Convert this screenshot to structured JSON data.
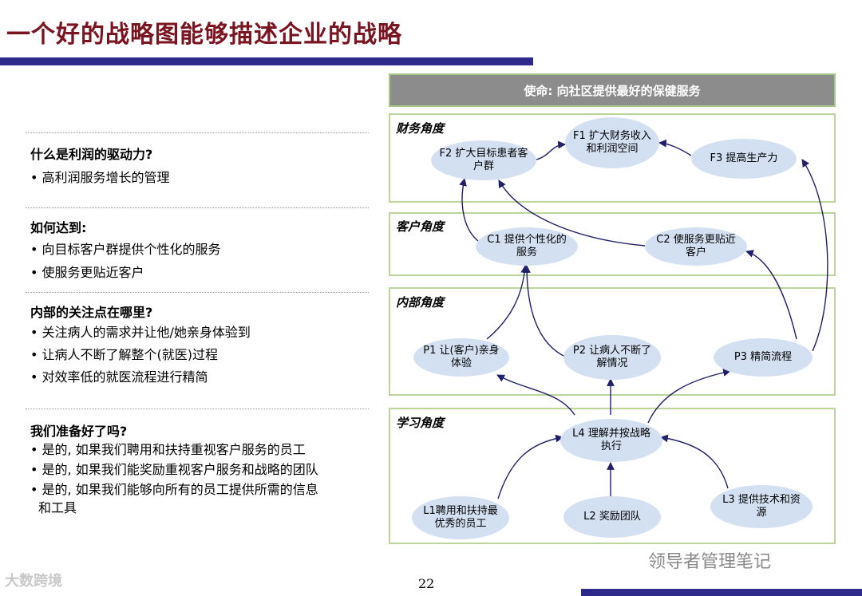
{
  "title": "一个好的战略图能够描述企业的战略",
  "left": {
    "s1_q": "什么是利润的驱动力?",
    "s1_b1": "• 高利润服务增长的管理",
    "s2_q": "如何达到:",
    "s2_b1": "• 向目标客户群提供个性化的服务",
    "s2_b2": "• 使服务更贴近客户",
    "s3_q": "内部的关注点在哪里?",
    "s3_b1": "• 关注病人的需求并让他/她亲身体验到",
    "s3_b2": "• 让病人不断了解整个(就医)过程",
    "s3_b3": "• 对效率低的就医流程进行精简",
    "s4_q": "我们准备好了吗?",
    "s4_b1": "• 是的, 如果我们聘用和扶持重视客户服务的员工",
    "s4_b2": "• 是的, 如果我们能奖励重视客户服务和战略的团队",
    "s4_b3": "• 是的, 如果我们能够向所有的员工提供所需的信息",
    "s4_b3b": "和工具"
  },
  "diagram": {
    "mission": "使命: 向社区提供最好的保健服务",
    "finance_label": "财务角度",
    "customer_label": "客户角度",
    "internal_label": "内部角度",
    "learning_label": "学习角度",
    "F1": "F1 扩大财务收入和利润空间",
    "F2": "F2 扩大目标患者客户群",
    "F3": "F3 提高生产力",
    "C1": "C1 提供个性化的服务",
    "C2": "C2 使服务更贴近客户",
    "P1": "P1 让(客户)亲身体验",
    "P2": "P2 让病人不断了解情况",
    "P3": "P3 精简流程",
    "L4": "L4 理解并按战略执行",
    "L1": "L1聘用和扶持最优秀的员工",
    "L2": "L2 奖励团队",
    "L3": "L3 提供技术和资源"
  },
  "page_number": "22",
  "watermark_left": "大数跨境",
  "watermark_right": "领导者管理笔记",
  "colors": {
    "title": "#7a1420",
    "bar": "#2d2a8c",
    "oval": "#d3e0f2",
    "panel_border": "#bcd59a",
    "arrow": "#1f1f6b"
  }
}
